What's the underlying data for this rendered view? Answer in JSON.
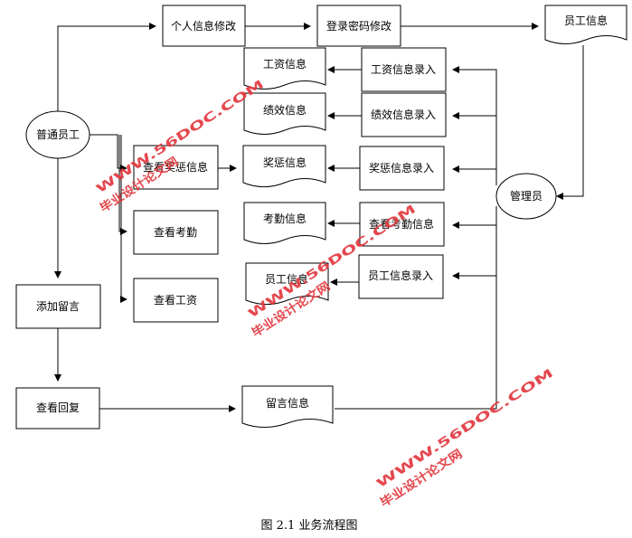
{
  "nodes": {
    "employee": "普通员工",
    "admin": "管理员",
    "personal_info_edit": "个人信息修改",
    "password_edit": "登录密码修改",
    "employee_info_doc": "员工信息",
    "salary_doc": "工资信息",
    "salary_entry": "工资信息录入",
    "performance_doc": "绩效信息",
    "performance_entry": "绩效信息录入",
    "view_reward": "查看奖惩信息",
    "reward_doc": "奖惩信息",
    "reward_entry": "奖惩信息录入",
    "view_attendance": "查看考勤",
    "attendance_doc": "考勤信息",
    "attendance_view_admin": "查看考勤信息",
    "view_salary": "查看工资",
    "employee_info_doc2": "员工信息",
    "employee_info_entry": "员工信息录入",
    "add_message": "添加留言",
    "view_reply": "查看回复",
    "message_doc": "留言信息"
  },
  "caption": "图 2.1  业务流程图",
  "watermarks": [
    {
      "line1": "WWW.56DOC.COM",
      "line2": "毕业设计论文网"
    },
    {
      "line1": "WWW.56DOC.COM",
      "line2": "毕业设计论文网"
    },
    {
      "line1": "WWW.56DOC.COM",
      "line2": "毕业设计论文网"
    }
  ]
}
